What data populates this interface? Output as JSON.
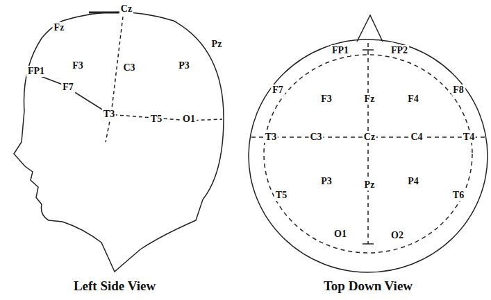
{
  "diagram": {
    "labels": [
      "Fz",
      "Cz",
      "F3",
      "C3",
      "Pz",
      "P3",
      "FP1",
      "F7",
      "T3",
      "T5",
      "O1",
      "FP1",
      "FP2",
      "F7",
      "F3",
      "Fz",
      "F4",
      "F8",
      "T3",
      "C3",
      "Cz",
      "C4",
      "T4",
      "T5",
      "P3",
      "Pz",
      "P4",
      "T6",
      "O1",
      "O2",
      "Left Side View",
      "Top Down View"
    ]
  }
}
